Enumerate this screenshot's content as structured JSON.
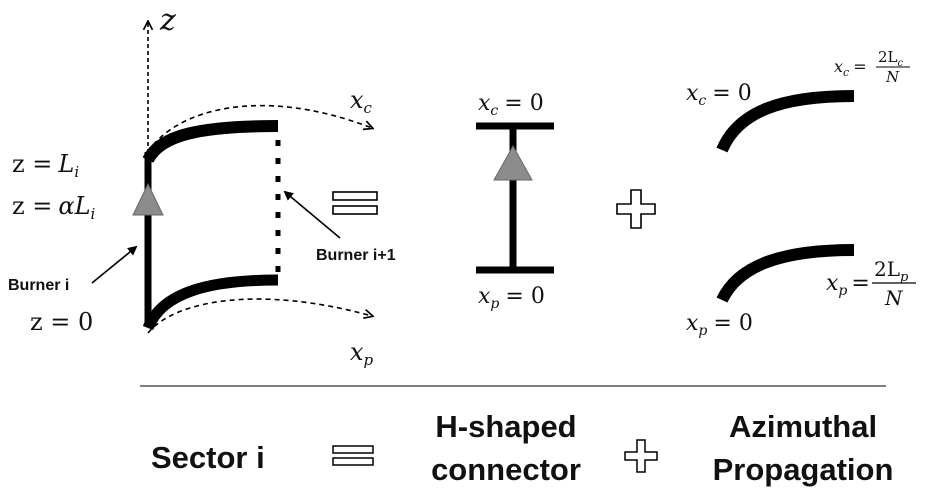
{
  "labels": {
    "axis_z": "z",
    "z_Li_lhs": "z =",
    "z_Li_rhs": "L",
    "z_Li_sub": "i",
    "z_alpha_lhs": "z =",
    "z_alpha_rhs": "αL",
    "z_alpha_sub": "i",
    "z_zero": "z = 0",
    "burner_i": "Burner i",
    "burner_next": "Burner i+1",
    "xc_top": "x",
    "xc_sub": "c",
    "xp_bottom": "x",
    "xp_sub": "p",
    "h_top": "x",
    "h_top_sub": "c",
    "h_top_eq": "= 0",
    "h_bottom": "x",
    "h_bottom_sub": "p",
    "h_bottom_eq": "= 0",
    "az_top_left": "x",
    "az_top_left_sub": "c",
    "az_top_left_eq": "= 0",
    "az_top_right": "x",
    "az_top_right_sub": "c",
    "az_top_right_eq": "=",
    "az_top_right_num": "2L",
    "az_top_right_num_sub": "c",
    "az_top_right_den": "N",
    "az_bottom_left": "x",
    "az_bottom_left_sub": "p",
    "az_bottom_left_eq": "= 0",
    "az_bottom_right": "x",
    "az_bottom_right_sub": "p",
    "az_bottom_right_eq": "=",
    "az_bottom_right_num": "2L",
    "az_bottom_right_num_sub": "p",
    "az_bottom_right_den": "N"
  },
  "caption": {
    "sector": "Sector i",
    "h_line1": "H-shaped",
    "h_line2": "connector",
    "az_line1": "Azimuthal",
    "az_line2": "Propagation"
  },
  "colors": {
    "ink": "#000000",
    "burner_fill": "#8c8c8c",
    "rule": "#555555"
  }
}
